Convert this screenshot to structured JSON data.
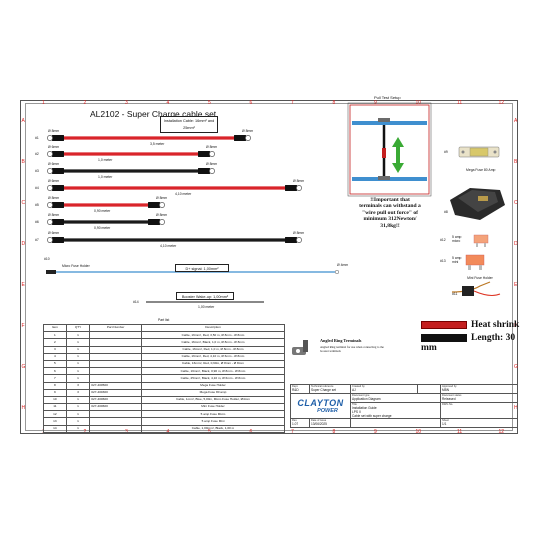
{
  "drawing_title": "AL2102 - Super Charge cable set",
  "installation_cable": {
    "line1": "Installation Cable: 16mm² and 25mm²"
  },
  "row_labels": [
    "A",
    "B",
    "C",
    "D",
    "E",
    "F",
    "G",
    "H"
  ],
  "col_labels": [
    "1",
    "2",
    "3",
    "4",
    "5",
    "6",
    "7",
    "8",
    "9",
    "10",
    "11",
    "12"
  ],
  "cables": [
    {
      "id": "#1",
      "left_dia": "Ø 8mm",
      "right_dia": "Ø 8mm",
      "length": "3,5 meter",
      "color": "#d9252a"
    },
    {
      "id": "#2",
      "left_dia": "Ø 6mm",
      "right_dia": "Ø 8mm",
      "length": "1,0 meter",
      "color": "#d9252a"
    },
    {
      "id": "#3",
      "left_dia": "Ø 6mm",
      "right_dia": "Ø 8mm",
      "length": "1,0 meter",
      "color": "#1a1a1a"
    },
    {
      "id": "#4",
      "left_dia": "Ø 6mm",
      "right_dia": "Ø 8mm",
      "length": "4,10 meter",
      "color": "#d9252a"
    },
    {
      "id": "#5",
      "left_dia": "Ø 8mm",
      "right_dia": "Ø 8mm",
      "length": "0,90 meter",
      "color": "#d9252a"
    },
    {
      "id": "#6",
      "left_dia": "Ø 8mm",
      "right_dia": "Ø 8mm",
      "length": "0,90 meter",
      "color": "#1a1a1a"
    },
    {
      "id": "#7",
      "left_dia": "Ø 6mm",
      "right_dia": "Ø 8mm",
      "length": "4,10 meter",
      "color": "#1a1a1a"
    }
  ],
  "signal_cable": {
    "id": "#10",
    "left_label": "Micro Fuse Holder",
    "right_dia": "Ø 4mm",
    "tag": "D+ signal: 1,00mm²"
  },
  "booster_cable": {
    "id": "#14",
    "tag": "Booster Wake-up: 1,00mm²",
    "length": "1,00 meter"
  },
  "pull_test": {
    "title": "Pull Test Setup",
    "note_lines": [
      "!!Important that",
      "terminals can withstand a",
      "\"wire pull out force\" of",
      "minimum 312Newton/",
      "31,8kg!!"
    ]
  },
  "accessories": {
    "mega_fuse": {
      "id": "#9",
      "label": "Mega Fuse 80 Amp"
    },
    "fuse_holder": {
      "id": "#8"
    },
    "micro_fuse": {
      "id": "#12",
      "label": "5 amp micro"
    },
    "mini_fuse": {
      "id": "#13",
      "label": "5 amp mini"
    },
    "mini_holder": {
      "id": "#11",
      "label": "Mini Fuse Holder"
    }
  },
  "parts_list": {
    "caption": "Part list",
    "headers": [
      "Item",
      "QTY",
      "Part Number",
      "Description"
    ],
    "rows": [
      [
        "1",
        "1",
        "",
        "Cable, 16mm², Red, 3,50 m, Ø 8mm - Ø 8mm"
      ],
      [
        "2",
        "1",
        "",
        "Cable, 16mm², Black, 1,0 m, Ø 8mm - Ø 8mm"
      ],
      [
        "3",
        "1",
        "",
        "Cable, 16mm², Red, 1,0 m, Ø 8mm - Ø 8mm"
      ],
      [
        "4",
        "1",
        "",
        "Cable, 16mm², Red, 4,10 m, Ø 6mm - Ø 8mm"
      ],
      [
        "5",
        "1",
        "",
        "Cable, 16mm², Red, 0,90m, Ø 8mm - Ø 8mm"
      ],
      [
        "6",
        "1",
        "",
        "Cable, 16mm², Black, 0,90 m, Ø 8mm - Ø 8mm"
      ],
      [
        "7",
        "1",
        "",
        "Cable, 25mm², Black, 4,10 m, Ø 6mm - Ø 8mm"
      ],
      [
        "8",
        "3",
        "027-400500",
        "Mega Fuse Holder"
      ],
      [
        "9",
        "3",
        "027-400300",
        "Mega Fuse 80 amp"
      ],
      [
        "10",
        "1",
        "027-400600",
        "Cable, 1mm², Blue, 5,00m, Micro Fuse Holder, Ø4mm"
      ],
      [
        "11",
        "1",
        "027-400600",
        "Mini Fuse Holder"
      ],
      [
        "12",
        "1",
        "",
        "5 amp Fuse Micro"
      ],
      [
        "13",
        "1",
        "",
        "5 amp Fuse Mini"
      ],
      [
        "14",
        "1",
        "",
        "Cable, 1,00mm², Black, 1,00 m"
      ]
    ]
  },
  "angled_ring": {
    "title": "Angled Ring Terminals",
    "note": "Angled Ring terminal for use when connecting to the booster terminals"
  },
  "legend": {
    "heat_shrink": "Heat shrink",
    "length": "Length: 30 mm",
    "swatch_color": "#c41f1f"
  },
  "title_block": {
    "dept_label": "Dept.",
    "dept": "R&D",
    "techref_label": "Technical reference",
    "techref": "Super Charge set",
    "created_label": "Created by",
    "created": "AJ",
    "approved_label": "Approved by",
    "approved": "MBN",
    "doctype_label": "Document type",
    "doctype": "Application Diagram",
    "docstatus_label": "Document status",
    "docstatus": "Released",
    "dwg_label": "DWG No.",
    "title_label": "Title",
    "title_lines": [
      "Installation Guide",
      "LPS II",
      "Cable set with super charge"
    ],
    "rev_label": "Rev.",
    "rev": "1.07",
    "date_label": "Date of issue",
    "date": "13/06/2025",
    "sheet_label": "Sheet",
    "sheet": "1/1"
  },
  "logo": {
    "word1": "CLAYTON",
    "word2": "POWER",
    "color": "#1f5fa8"
  }
}
